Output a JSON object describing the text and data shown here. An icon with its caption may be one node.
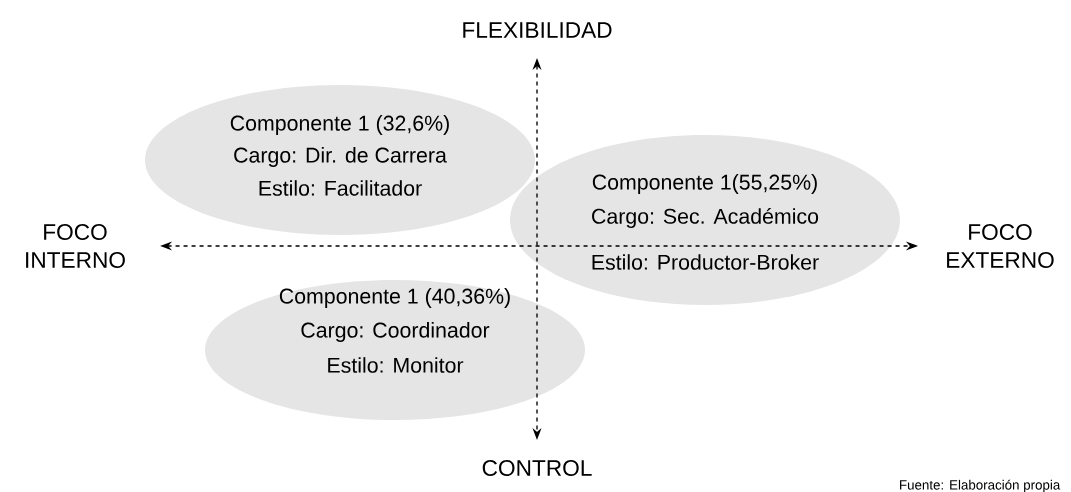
{
  "diagram": {
    "nodes": [
      {
        "text": [
          "Componente 1 (32,6%)",
          "Cargo: Dir. de Carrera",
          "Estilo: Facilitador"
        ]
      },
      {
        "text": [
          "Componente 1(55,25%)",
          "Cargo: Sec. Académico",
          "Estilo: Productor-Broker"
        ]
      },
      {
        "text": [
          "Componente 1 (40,36%)",
          "Cargo: Coordinador",
          "Estilo: Monitor"
        ]
      }
    ],
    "labels": [
      "FLEXIBILIDAD",
      "FOCO INTERNO",
      "FOCO EXTERNO",
      "CONTROL",
      "Fuente: Elaboración propia"
    ]
  }
}
